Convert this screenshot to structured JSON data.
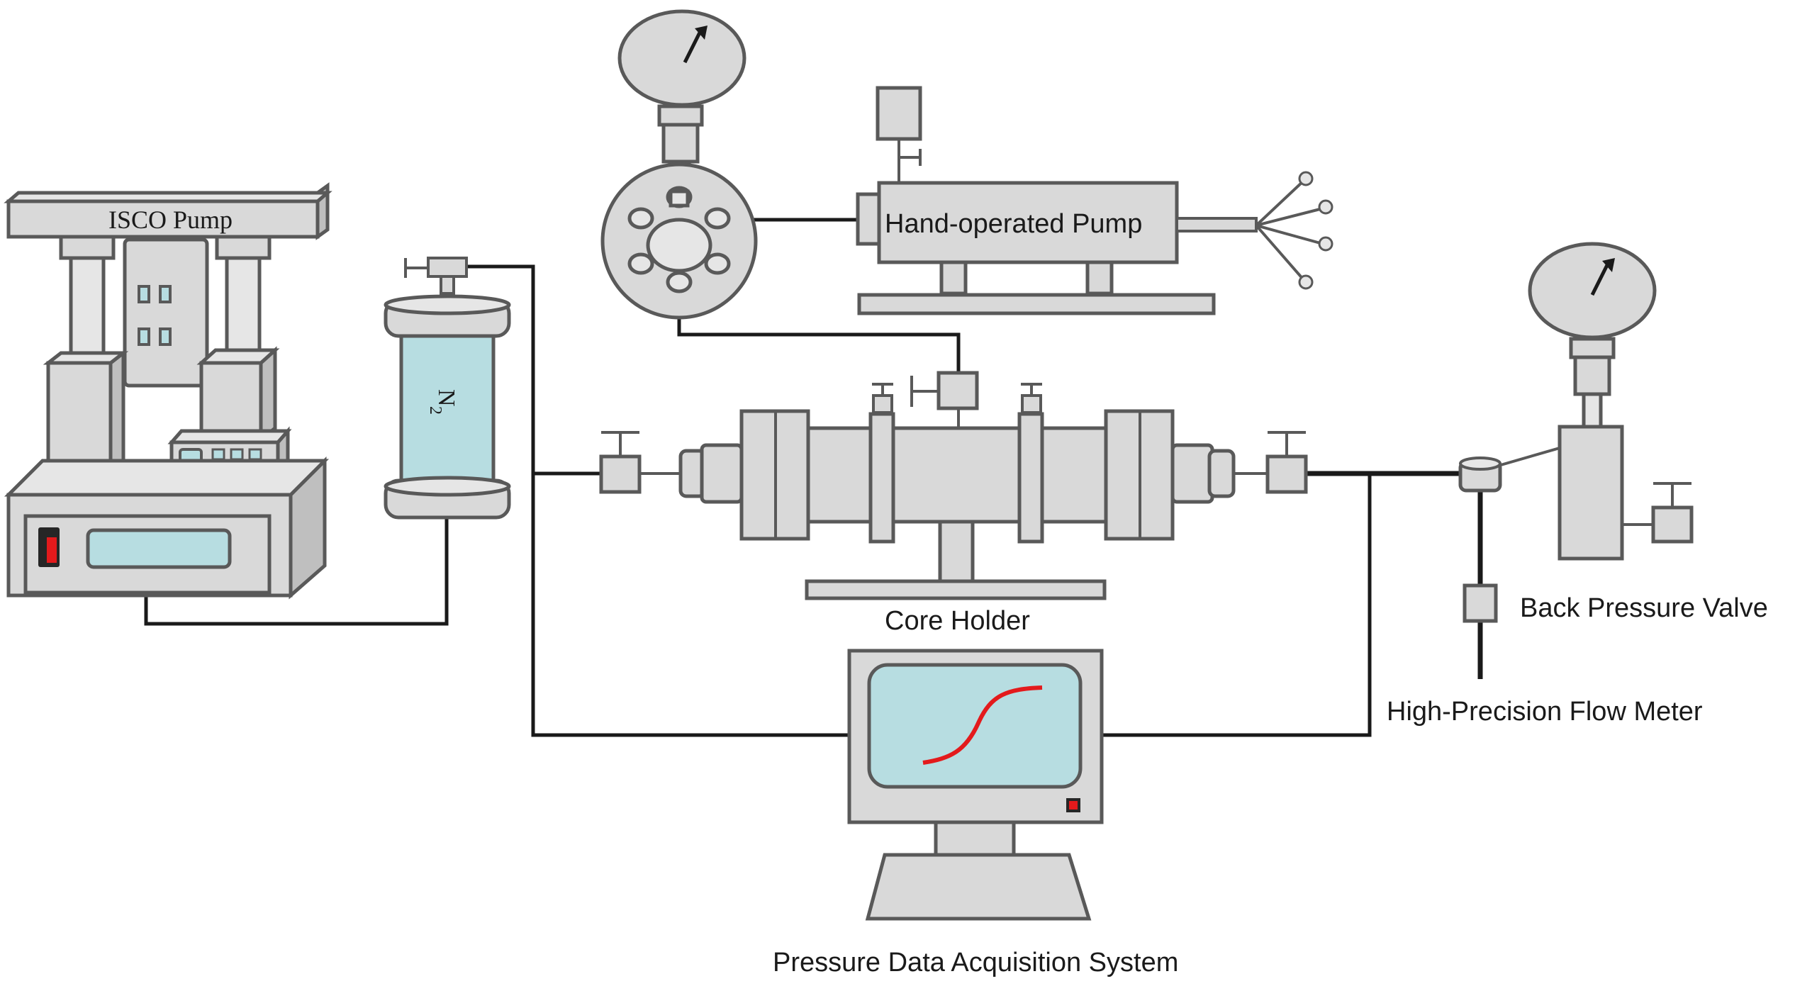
{
  "labels": {
    "isco_pump": "ISCO Pump",
    "n2_main": "N",
    "n2_sub": "2",
    "hand_pump": "Hand-operated Pump",
    "core_holder": "Core Holder",
    "back_pressure_valve": "Back Pressure Valve",
    "flow_meter": "High-Precision Flow Meter",
    "data_acquisition": "Pressure Data Acquisition System"
  },
  "colors": {
    "equipment_fill": "#d9d9d9",
    "outline": "#595959",
    "screen_fill": "#b7dde1",
    "pipe": "#1a1a1a",
    "curve": "#e31a1c",
    "indicator": "#e31a1c"
  }
}
